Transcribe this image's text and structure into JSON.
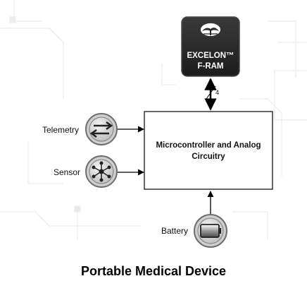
{
  "diagram": {
    "memory": {
      "line1": "EXCELON™",
      "line2": "F-RAM",
      "icon": "tree-logo-icon"
    },
    "bus_width_label": "4",
    "controller": {
      "line1": "Microcontroller and Analog",
      "line2": "Circuitry"
    },
    "inputs": [
      {
        "label": "Telemetry",
        "icon": "bidirectional-arrows-icon"
      },
      {
        "label": "Sensor",
        "icon": "sensor-node-icon"
      },
      {
        "label": "Battery",
        "icon": "battery-icon"
      }
    ],
    "caption": "Portable Medical Device"
  },
  "colors": {
    "chip_fill": "#2b2b2b",
    "chip_border": "#4a4a4a",
    "icon_ring": "#8a8a8a",
    "icon_face": "#dcdcdc",
    "line": "#000000",
    "background_pattern": "#f0f0f0"
  }
}
